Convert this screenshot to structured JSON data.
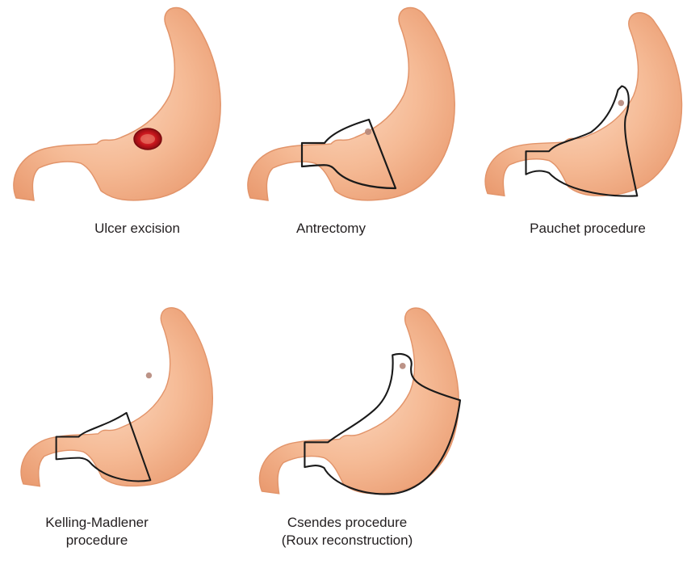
{
  "figure": {
    "panels": [
      {
        "id": "ulcer-excision",
        "caption_lines": [
          "Ulcer excision"
        ]
      },
      {
        "id": "antrectomy",
        "caption_lines": [
          "Antrectomy"
        ]
      },
      {
        "id": "pauchet",
        "caption_lines": [
          "Pauchet procedure"
        ]
      },
      {
        "id": "kelling-madlener",
        "caption_lines": [
          "Kelling-Madlener",
          "procedure"
        ]
      },
      {
        "id": "csendes",
        "caption_lines": [
          "Csendes procedure",
          "(Roux reconstruction)"
        ]
      }
    ],
    "colors": {
      "stomach_fill": "#f2b48f",
      "stomach_edge": "#e2946a",
      "stomach_highlight": "#fbd7bf",
      "resection_outline": "#1a1a1a",
      "ulcer": "#c8161d",
      "ulcer_spot": "#b5877a"
    }
  }
}
